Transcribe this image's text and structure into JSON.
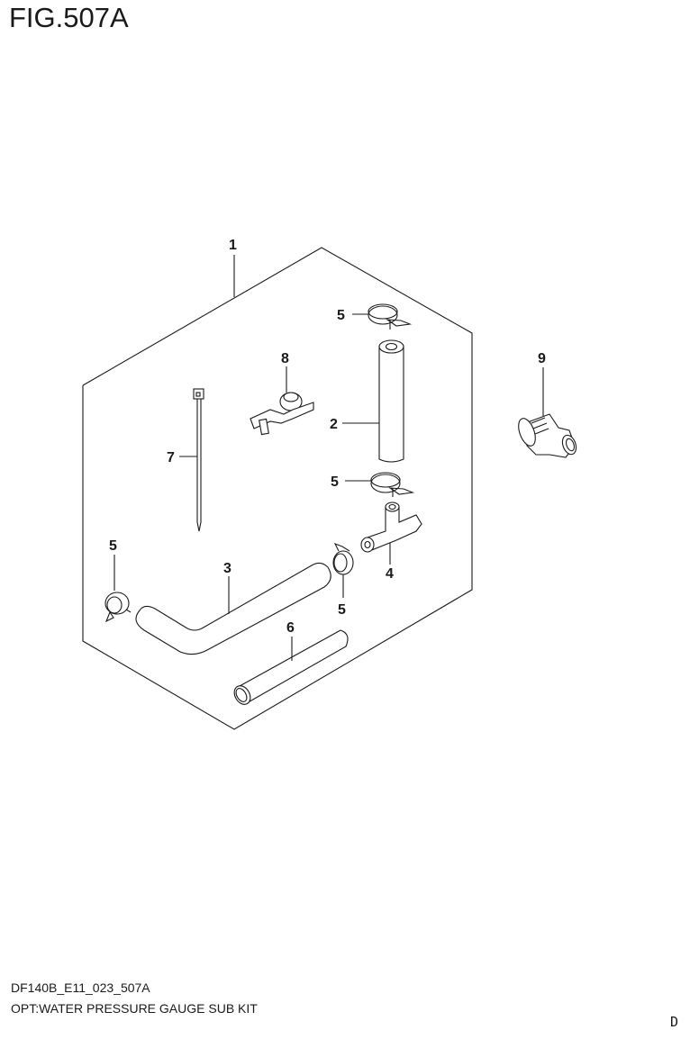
{
  "figure": {
    "title": "FIG.507A",
    "drawing_code": "DF140B_E11_023_507A",
    "description": "OPT:WATER PRESSURE GAUGE SUB KIT",
    "page_letter": "D"
  },
  "callouts": [
    {
      "number": "1",
      "part": "kit-outline"
    },
    {
      "number": "2",
      "part": "straight-hose"
    },
    {
      "number": "3",
      "part": "bent-hose"
    },
    {
      "number": "4",
      "part": "tee-joint"
    },
    {
      "number": "5",
      "part": "hose-clamp"
    },
    {
      "number": "6",
      "part": "short-hose"
    },
    {
      "number": "7",
      "part": "cable-tie"
    },
    {
      "number": "8",
      "part": "hose-clip"
    },
    {
      "number": "9",
      "part": "hose-adapter-fitting"
    }
  ],
  "labels": {
    "c1": "1",
    "c2": "2",
    "c3": "3",
    "c4": "4",
    "c5a": "5",
    "c5b": "5",
    "c5c": "5",
    "c5d": "5",
    "c6": "6",
    "c7": "7",
    "c8": "8",
    "c9": "9"
  }
}
